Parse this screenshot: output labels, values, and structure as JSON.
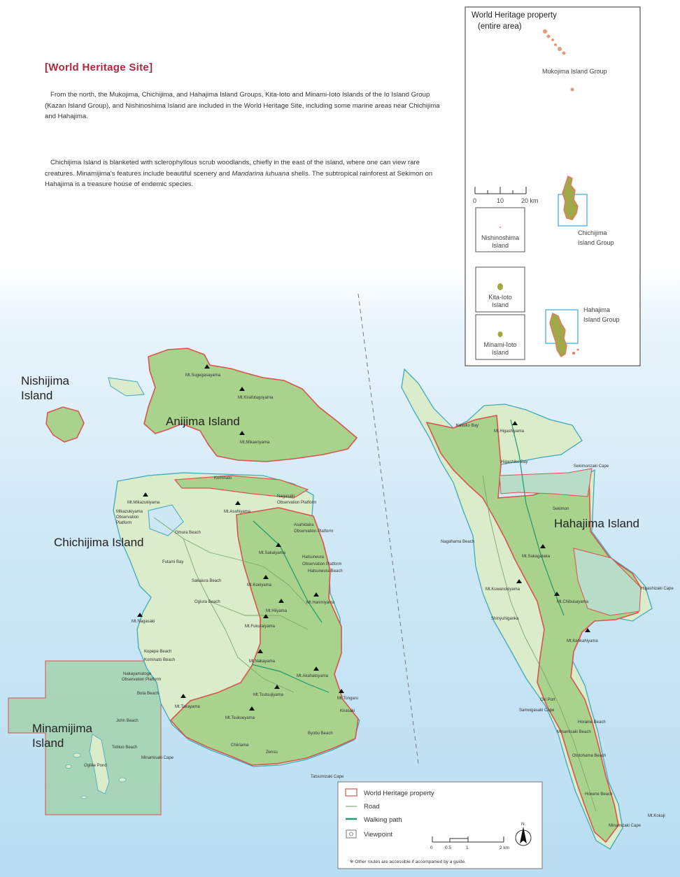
{
  "heading": "[World Heritage Site]",
  "paragraph1": "From the north, the Mukojima, Chichijima, and Hahajima Island Groups, Kita-Ioto and Minami-Ioto Islands of the Io Island Group (Kazan Island Group), and Nishinoshima Island are included in the World Heritage Site, including some marine areas near Chichijima and Hahajima.",
  "paragraph2": {
    "before": "Chichijima Island is blanketed with sclerophyllous scrub woodlands, chiefly in the east of the island, where one can view rare creatures. Minamijima's features include beautiful scenery and ",
    "italic": "Mandarina luhuana",
    "after": " shells. The subtropical rainforest at Sekimon on Hahajima is a treasure house of endemic species."
  },
  "inset": {
    "title_line1": "World Heritage property",
    "title_line2": "(entire area)",
    "mukojima": "Mukojima Island Group",
    "scale_ticks": [
      "0",
      "10",
      "20 km"
    ],
    "nishinoshima": [
      "Nishinoshima",
      "Island"
    ],
    "kita_ioto": [
      "Kita-Ioto",
      "Island"
    ],
    "minami_ioto": [
      "Minami-Ioto",
      "Island"
    ],
    "chichijima": [
      "Chichijima",
      "Island Group"
    ],
    "hahajima": [
      "Hahajima",
      "Island Group"
    ]
  },
  "islands": {
    "nishijima": [
      "Nishijima",
      "Island"
    ],
    "anijima": "Anijima Island",
    "chichijima": "Chichijima Island",
    "minamijima": [
      "Minamijima",
      "Island"
    ],
    "hahajima": "Hahajima Island"
  },
  "places": [
    "Mt.Sugegasayama",
    "Mt.Kirafutagoyama",
    "Mt.Mikaeriyama",
    "Mt.Mikazukiyama",
    "Mikazukiyama",
    "Observation",
    "Platform",
    "Omura Beach",
    "Futami Bay",
    "Sakaiura Beach",
    "Ogiura Beach",
    "Mt.Nagasaki",
    "Kopepe Beach",
    "Kominato Beach",
    "Nakayamatoge",
    "Observation Platform",
    "Buta Beach",
    "John Beach",
    "Tobiuo Beach",
    "Ogiike Pond",
    "Minamisaki Cape",
    "Mt.Takayama",
    "Mt.Tsutsujiyama",
    "Mt.Tsukueyama",
    "Chiiriama",
    "Zensu",
    "Tatsumizaki Cape",
    "Kominato",
    "Mt.Asahiyama",
    "Nagasaki",
    "Observation Platform",
    "Asahidaira",
    "Observation Platform",
    "Mt.Sakaiyama",
    "Hatsuneura",
    "Observation Platform",
    "Hatsuneura Beach",
    "Mt.Koeiyama",
    "Mt.Hiiyama",
    "Mt.Fukuraiyama",
    "Mt.Harimiyama",
    "Mt.Nakayama",
    "Mt.Akahatoyama",
    "Mt.Tongaru",
    "Byobu Beach",
    "Kirasaki",
    "Kasuko Bay",
    "Mt.Higashiyama",
    "Higashiko Bay",
    "Sekimonzaki Cape",
    "Sekimon",
    "Nagahama Beach",
    "Mt.Sakagataka",
    "Mt.Kuwanokiyama",
    "Mt.Chibusayama",
    "Higashizaki Cape",
    "Shinyuhiganka",
    "Mt.Kenkahiyama",
    "Oki Port",
    "Sameigasaki Cape",
    "Horaine Beach",
    "Minamisaki Beach",
    "Ototohama Beach",
    "Hoxene Beach",
    "Mt.Kokuji",
    "Minamizaki Cape"
  ],
  "legend": {
    "items": [
      "World Heritage property",
      "Road",
      "Walking path",
      "Viewpoint"
    ],
    "scale": [
      "0",
      "0.5",
      "1",
      "2 km"
    ],
    "north": "N",
    "note": "※ Other routes are accessible if accompanied by a guide."
  },
  "colors": {
    "land": "#a9d28d",
    "land_light": "#dbeccb",
    "boundary": "#d9534f",
    "road": "#6a9a5a",
    "walking_path": "#1b9a6e",
    "heading": "#b0273f",
    "sea_band": "#a5d6a7"
  }
}
